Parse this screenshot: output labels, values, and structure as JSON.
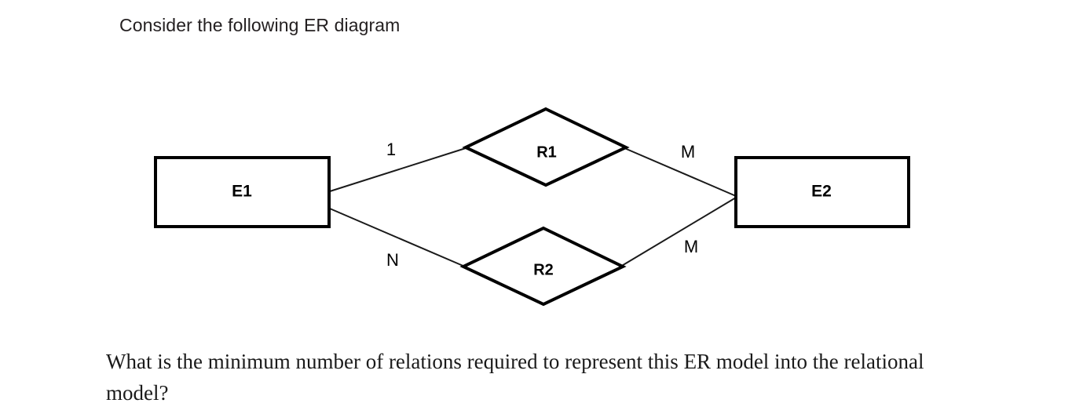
{
  "heading": {
    "text": "Consider the following ER diagram"
  },
  "diagram": {
    "entities": [
      {
        "id": "E1",
        "label": "E1"
      },
      {
        "id": "E2",
        "label": "E2"
      }
    ],
    "relationships": [
      {
        "id": "R1",
        "label": "R1"
      },
      {
        "id": "R2",
        "label": "R2"
      }
    ],
    "cardinalities": [
      {
        "id": "e1-r1",
        "label": "1"
      },
      {
        "id": "r1-e2",
        "label": "M"
      },
      {
        "id": "e1-r2",
        "label": "N"
      },
      {
        "id": "r2-e2",
        "label": "M"
      }
    ],
    "colors": {
      "shape_stroke": "#000000",
      "connector_stroke": "#1a1a1a",
      "shape_fill": "#ffffff",
      "text": "#000000",
      "background": "#ffffff"
    }
  },
  "question": {
    "line1": "What is the minimum number of relations required to represent this ER model into the relational",
    "line2": "model?"
  }
}
